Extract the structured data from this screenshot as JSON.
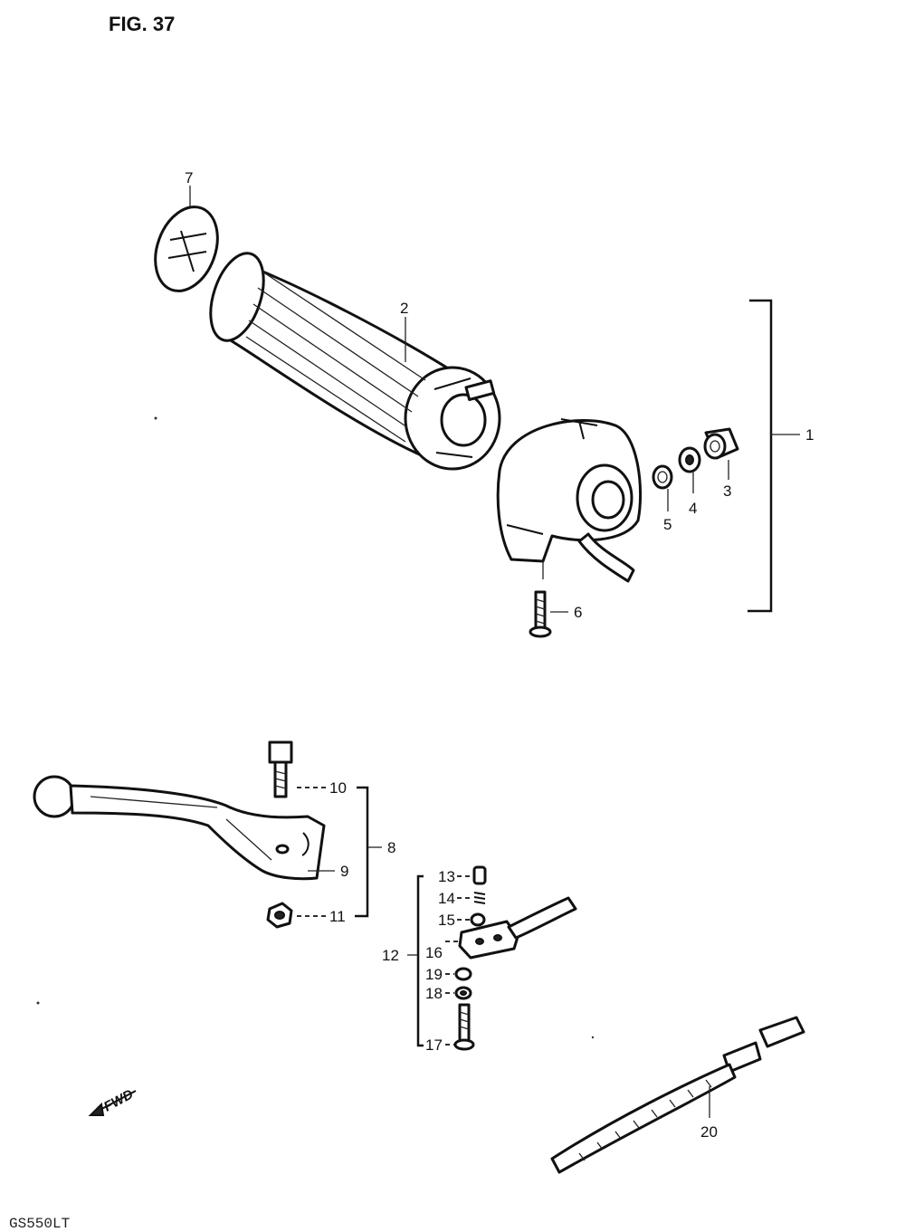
{
  "figure": {
    "title": "FIG. 37",
    "model_code": "GS550LT",
    "forward_mark": "FWD"
  },
  "callouts": [
    "1",
    "2",
    "3",
    "4",
    "5",
    "6",
    "7",
    "8",
    "9",
    "10",
    "11",
    "12",
    "13",
    "14",
    "15",
    "16",
    "17",
    "18",
    "19",
    "20"
  ]
}
